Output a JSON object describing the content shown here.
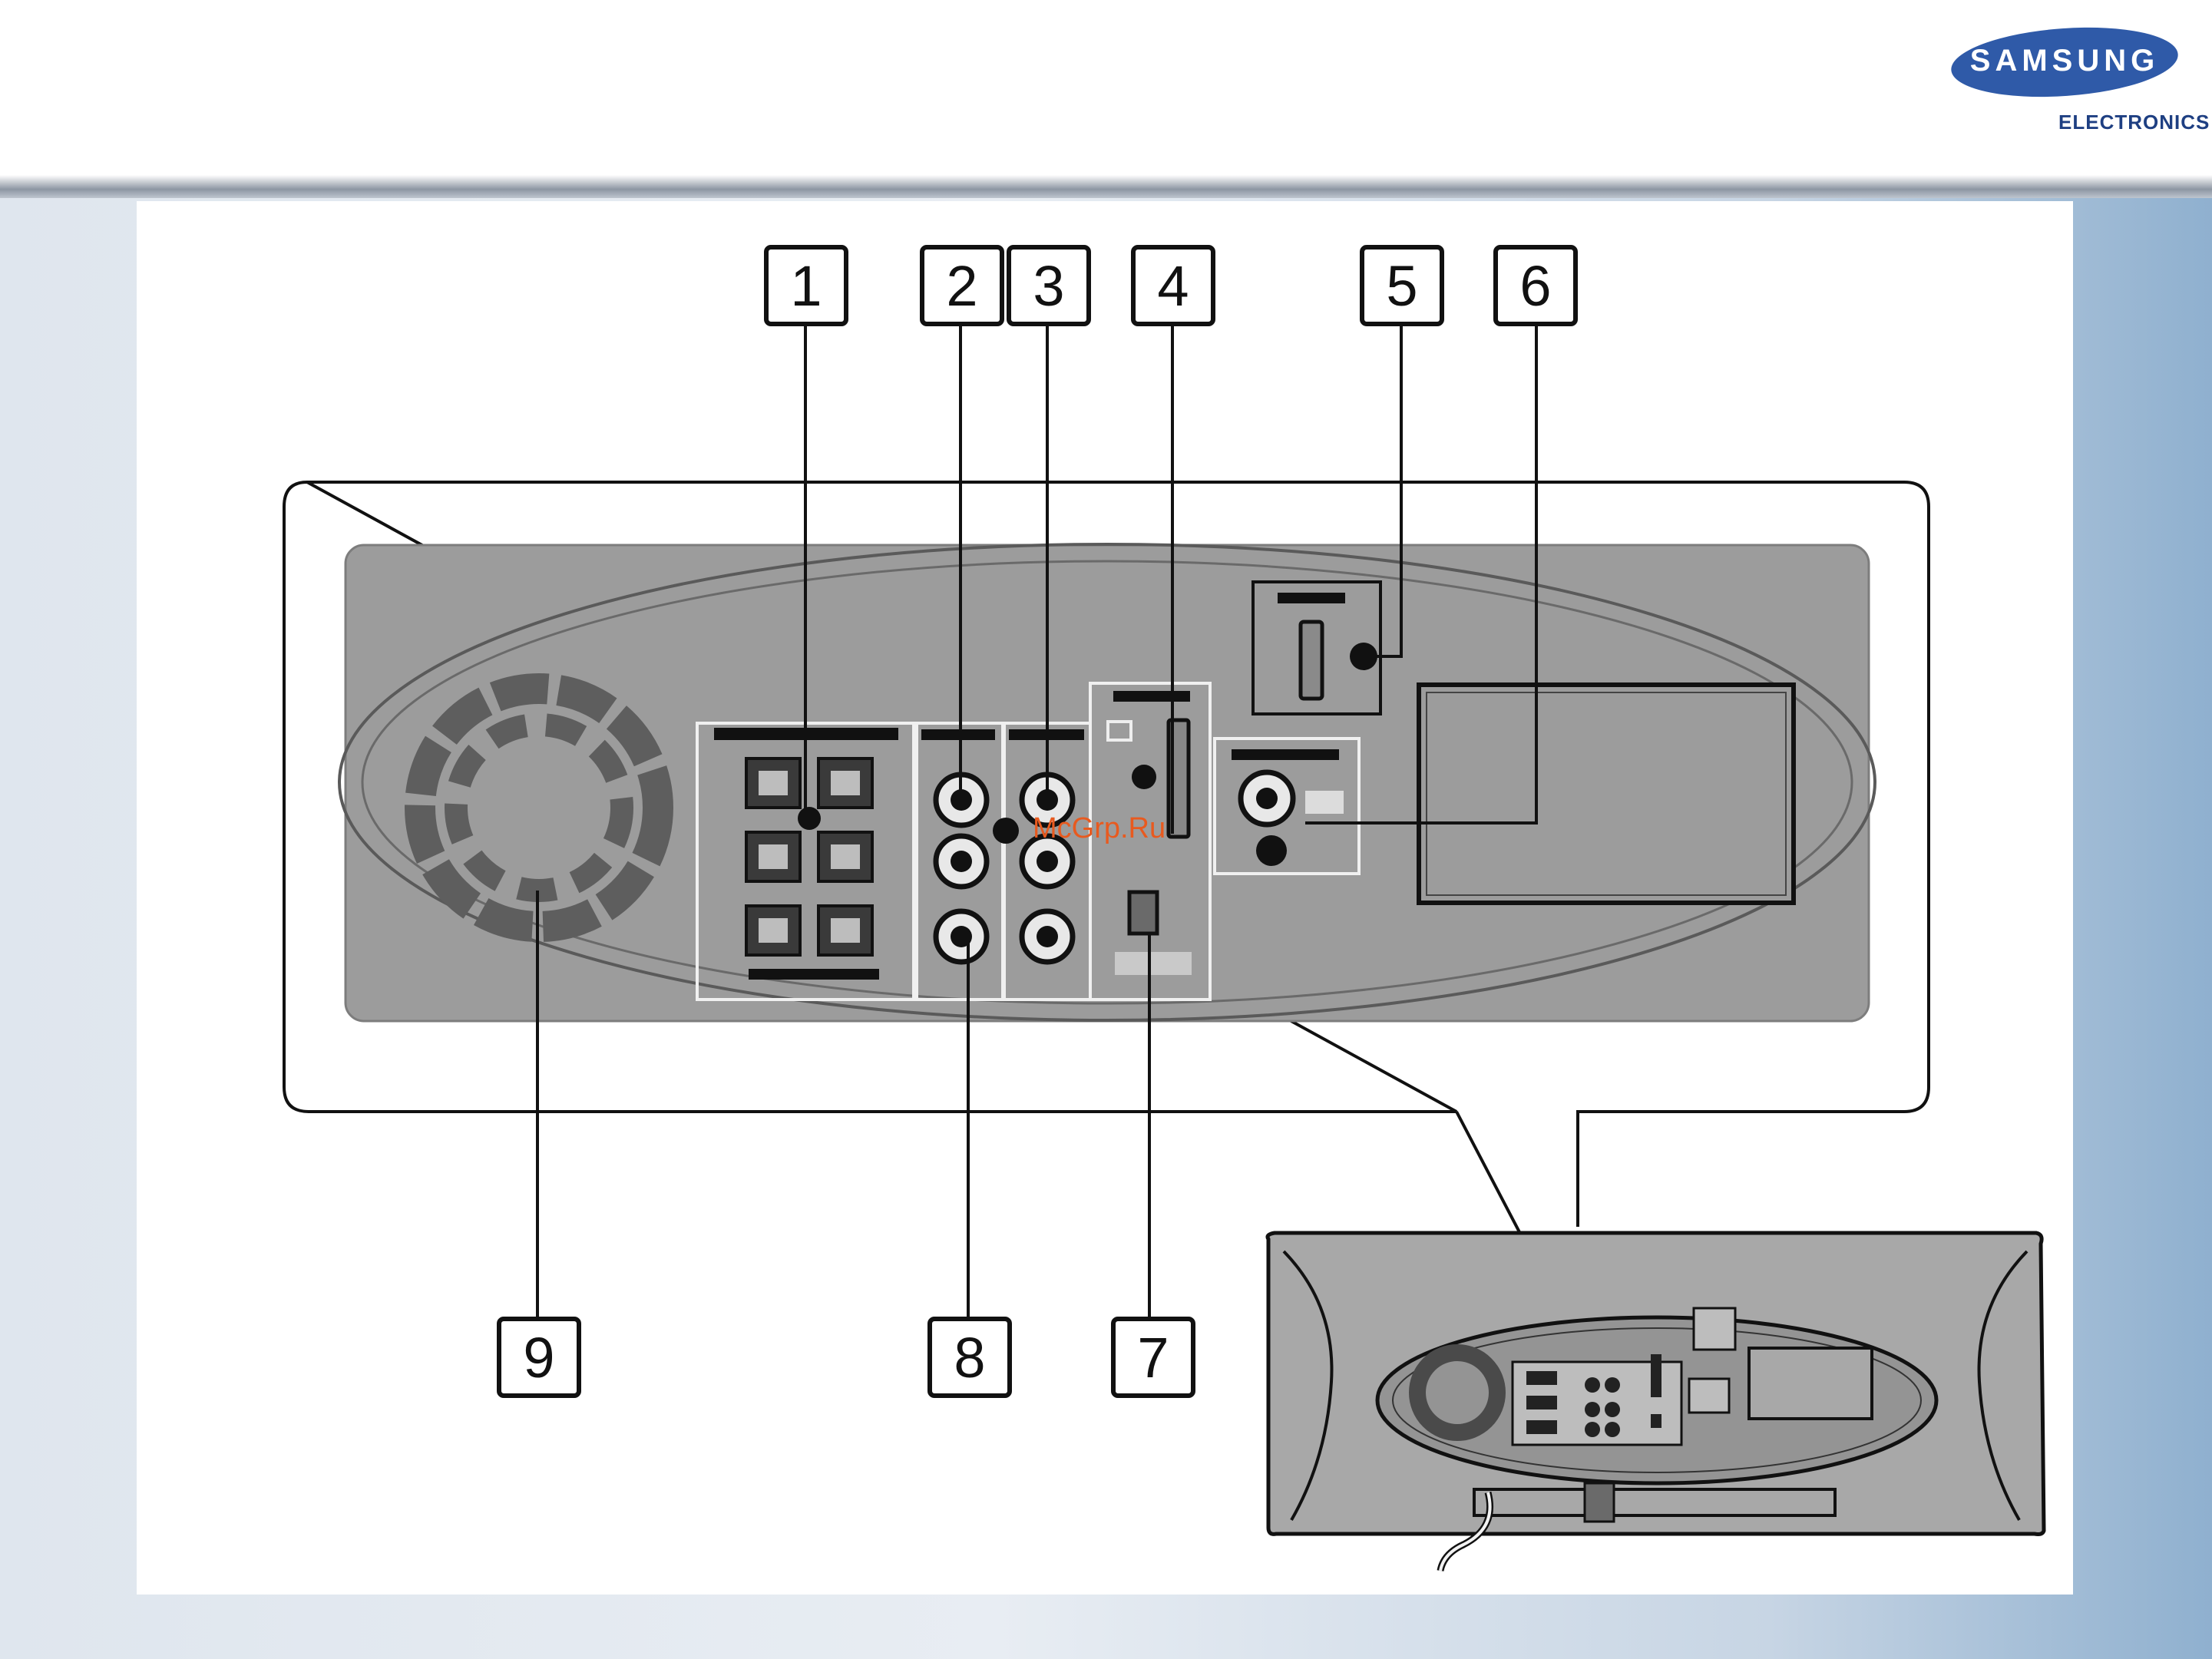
{
  "brand": {
    "logo_text": "SAMSUNG",
    "logo_subtext": "ELECTRONICS",
    "colors": {
      "logo_blue": "#2f5aa8",
      "subtext_blue": "#1e3f82"
    }
  },
  "diagram": {
    "callouts": [
      "1",
      "2",
      "3",
      "4",
      "5",
      "6",
      "7",
      "8",
      "9"
    ],
    "colors": {
      "panel_gray": "#9c9c9c",
      "fan_gray": "#5e5e5e",
      "outline": "#111111"
    }
  },
  "watermark": "McGrp.Ru"
}
